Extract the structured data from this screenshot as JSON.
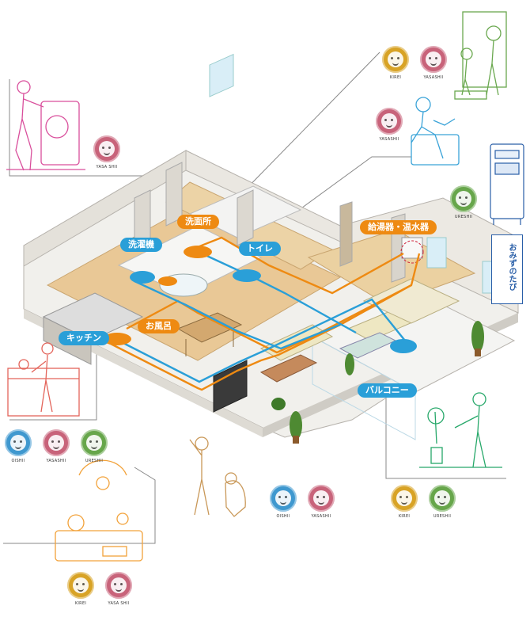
{
  "labels": {
    "senmenjo": "洗面所",
    "sentakuki": "洗濯機",
    "toilet": "トイレ",
    "kyutoki": "給湯器・温水器",
    "ofuro": "お風呂",
    "kitchen": "キッチン",
    "balcony": "バルコニー"
  },
  "badge_words": {
    "kirei": "KIREI",
    "yasashii": "YASASHII",
    "yasa_shii": "YASA SHII",
    "ureshii": "URESHII",
    "oishii": "OISHII"
  },
  "logo": {
    "text": "おみずのたび"
  },
  "colors": {
    "hot_water_pipe": "#ee8a12",
    "cold_water_pipe": "#2a9fd8",
    "kirei": "#d8a326",
    "yasashii": "#c8637a",
    "ureshii": "#67a64b",
    "oishii": "#3f98cf",
    "laundry_line": "#d94f9c",
    "dish_line": "#e3645a",
    "garden_line": "#27a86a",
    "bath_line": "#f2a23a",
    "toilet_line": "#3aa3d8",
    "brush_line": "#6aa84f",
    "dog_line": "#c99858"
  }
}
